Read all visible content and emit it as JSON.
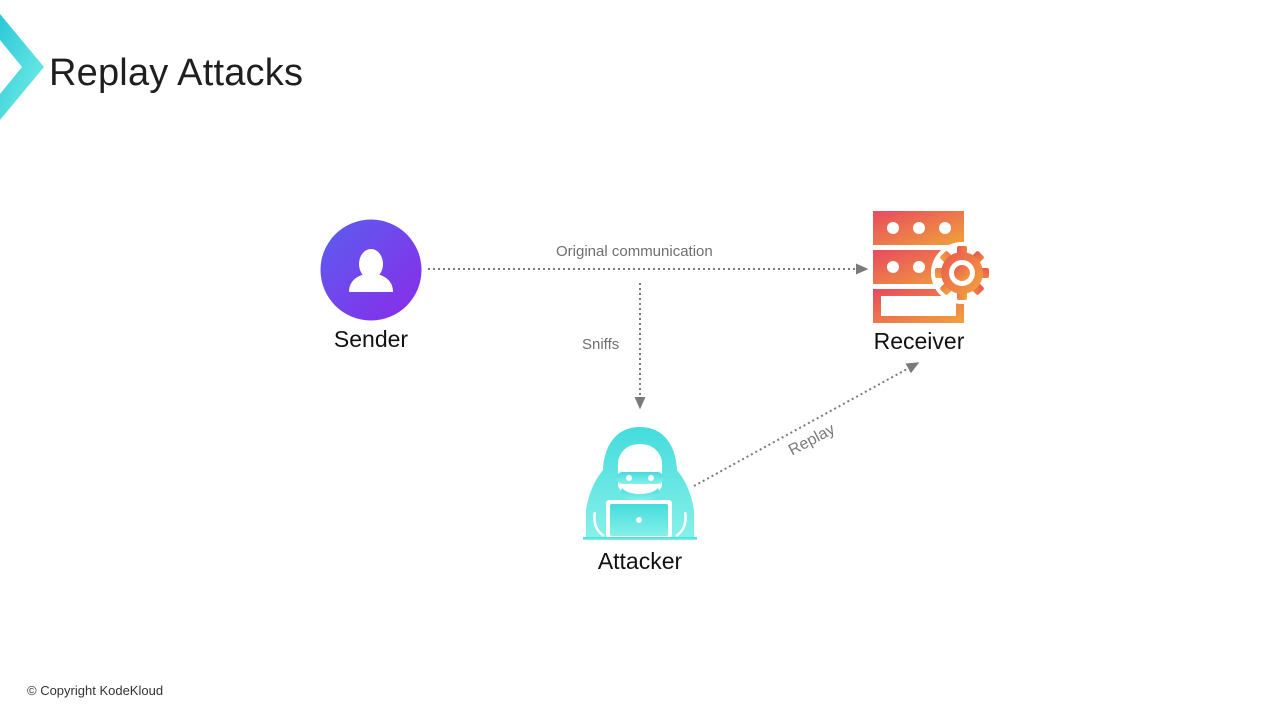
{
  "slide": {
    "title": "Replay Attacks",
    "copyright": "© Copyright KodeKloud"
  },
  "nodes": {
    "sender": {
      "label": "Sender",
      "icon": "user-icon",
      "color_from": "#5b5ef0",
      "color_to": "#8a2be8"
    },
    "receiver": {
      "label": "Receiver",
      "icon": "server-gear-icon",
      "color_from": "#e84a5f",
      "color_to": "#f0a33b"
    },
    "attacker": {
      "label": "Attacker",
      "icon": "hacker-icon",
      "color": "#5ee4e4"
    }
  },
  "edges": {
    "original": {
      "label": "Original communication",
      "from": "Sender",
      "to": "Receiver"
    },
    "sniffs": {
      "label": "Sniffs",
      "from": "Original communication",
      "to": "Attacker"
    },
    "replay": {
      "label": "Replay",
      "from": "Attacker",
      "to": "Receiver"
    }
  },
  "colors": {
    "arrow": "#7a7a7a",
    "brand_teal": "#3fd6d6"
  }
}
